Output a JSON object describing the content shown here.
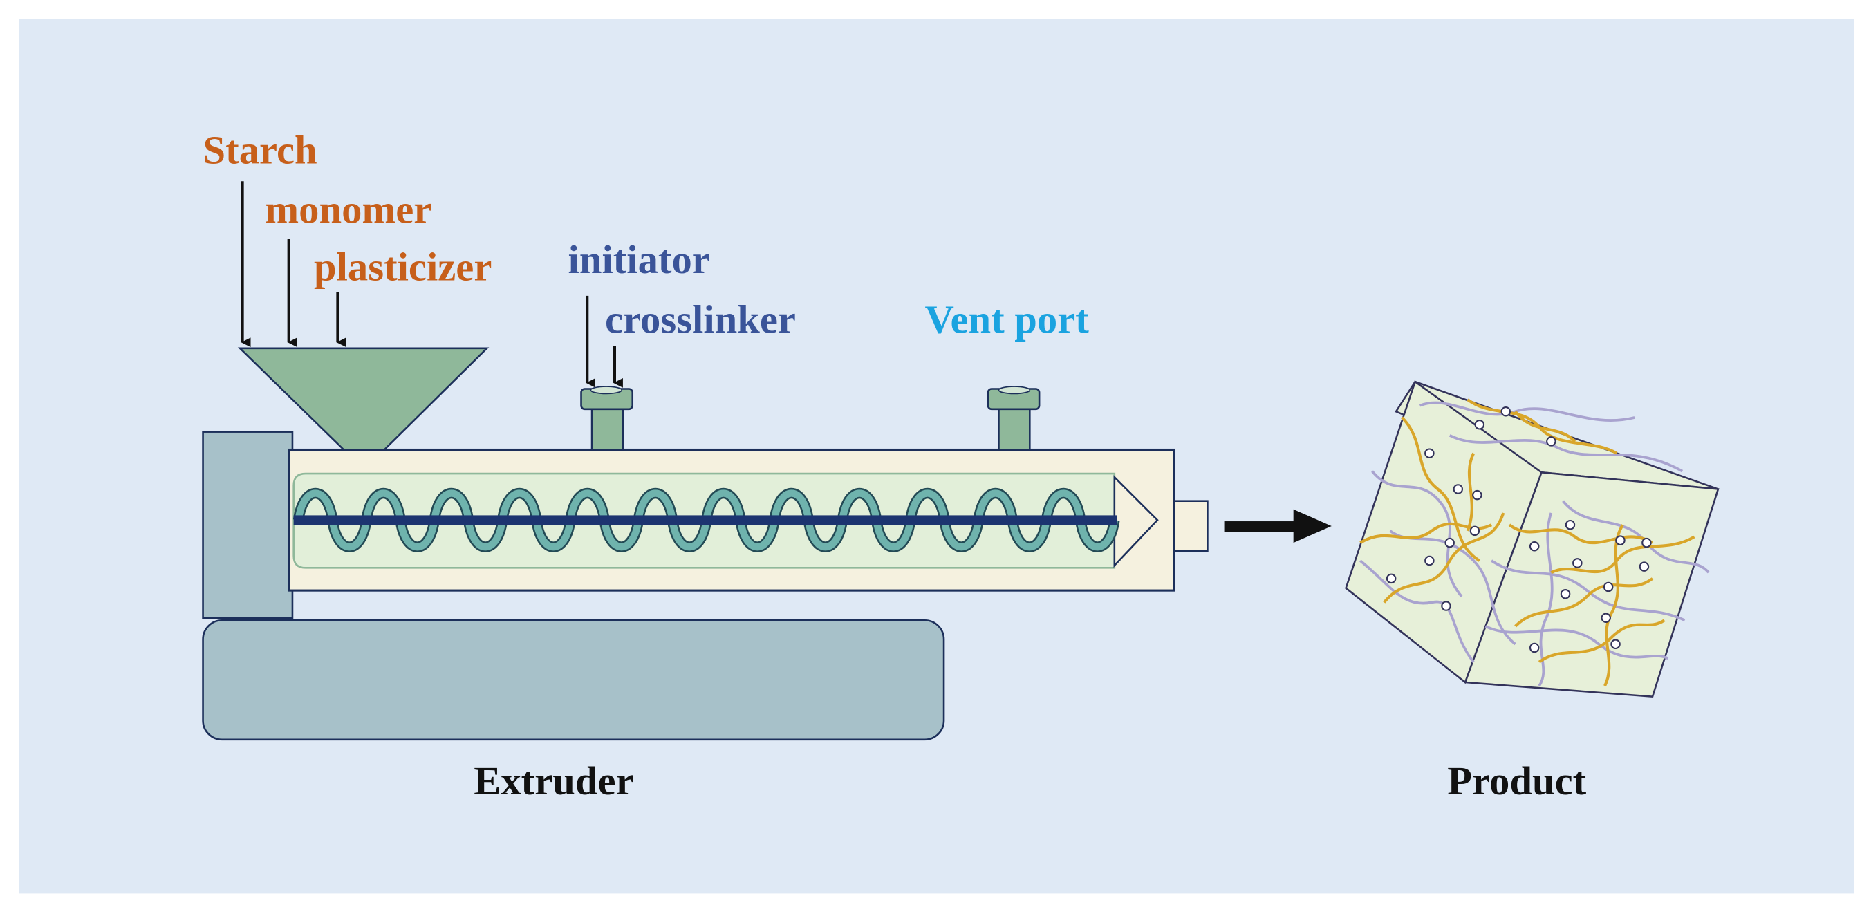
{
  "inputs": {
    "starch": "Starch",
    "monomer": "monomer",
    "plasticizer": "plasticizer",
    "initiator": "initiator",
    "crosslinker": "crosslinker",
    "vent_port": "Vent port"
  },
  "labels": {
    "extruder": "Extruder",
    "product": "Product"
  },
  "colors": {
    "background": "#dfe9f5",
    "feed_label": "#c75f1a",
    "reagent_label": "#3a5499",
    "vent_label": "#1aa3e0",
    "hopper": "#8fb89a",
    "barrel": "#f5f1df",
    "screw_shaft": "#1c3470",
    "screw_flight": "#6fb3ad",
    "machine_body": "#a7c1c9",
    "chain_gold": "#d9a62a",
    "chain_lavender": "#a9a3cf",
    "cube_face": "#e7f0d9"
  }
}
